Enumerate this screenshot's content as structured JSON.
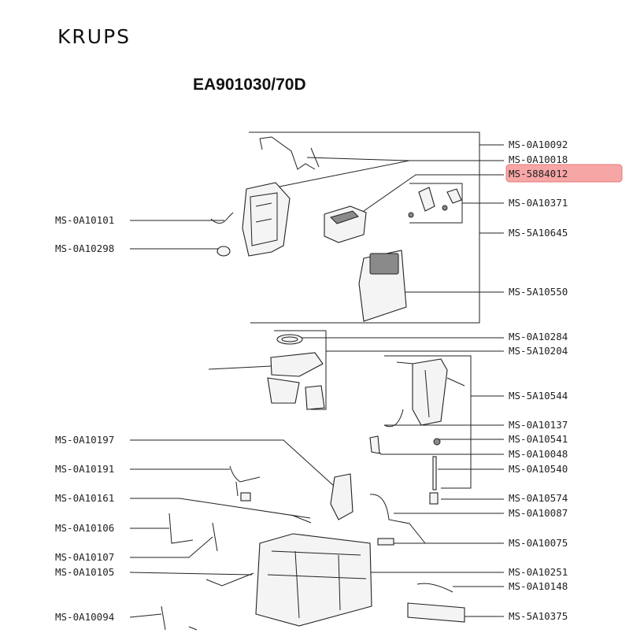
{
  "brand": "KRUPS",
  "model": "EA901030/70D",
  "highlight": {
    "part_ref": "MS-5884012",
    "color": "#f7a6a6"
  },
  "parts_left": [
    "MS-0A10101",
    "MS-0A10298",
    "MS-0A10197",
    "MS-0A10191",
    "MS-0A10161",
    "MS-0A10106",
    "MS-0A10107",
    "MS-0A10105",
    "MS-0A10094"
  ],
  "parts_right": [
    "MS-0A10092",
    "MS-0A10018",
    "MS-5884012",
    "MS-0A10371",
    "MS-5A10645",
    "MS-5A10550",
    "MS-0A10284",
    "MS-5A10204",
    "MS-5A10544",
    "MS-0A10137",
    "MS-0A10541",
    "MS-0A10048",
    "MS-0A10540",
    "MS-0A10574",
    "MS-0A10087",
    "MS-0A10075",
    "MS-0A10251",
    "MS-0A10148",
    "MS-5A10375"
  ]
}
